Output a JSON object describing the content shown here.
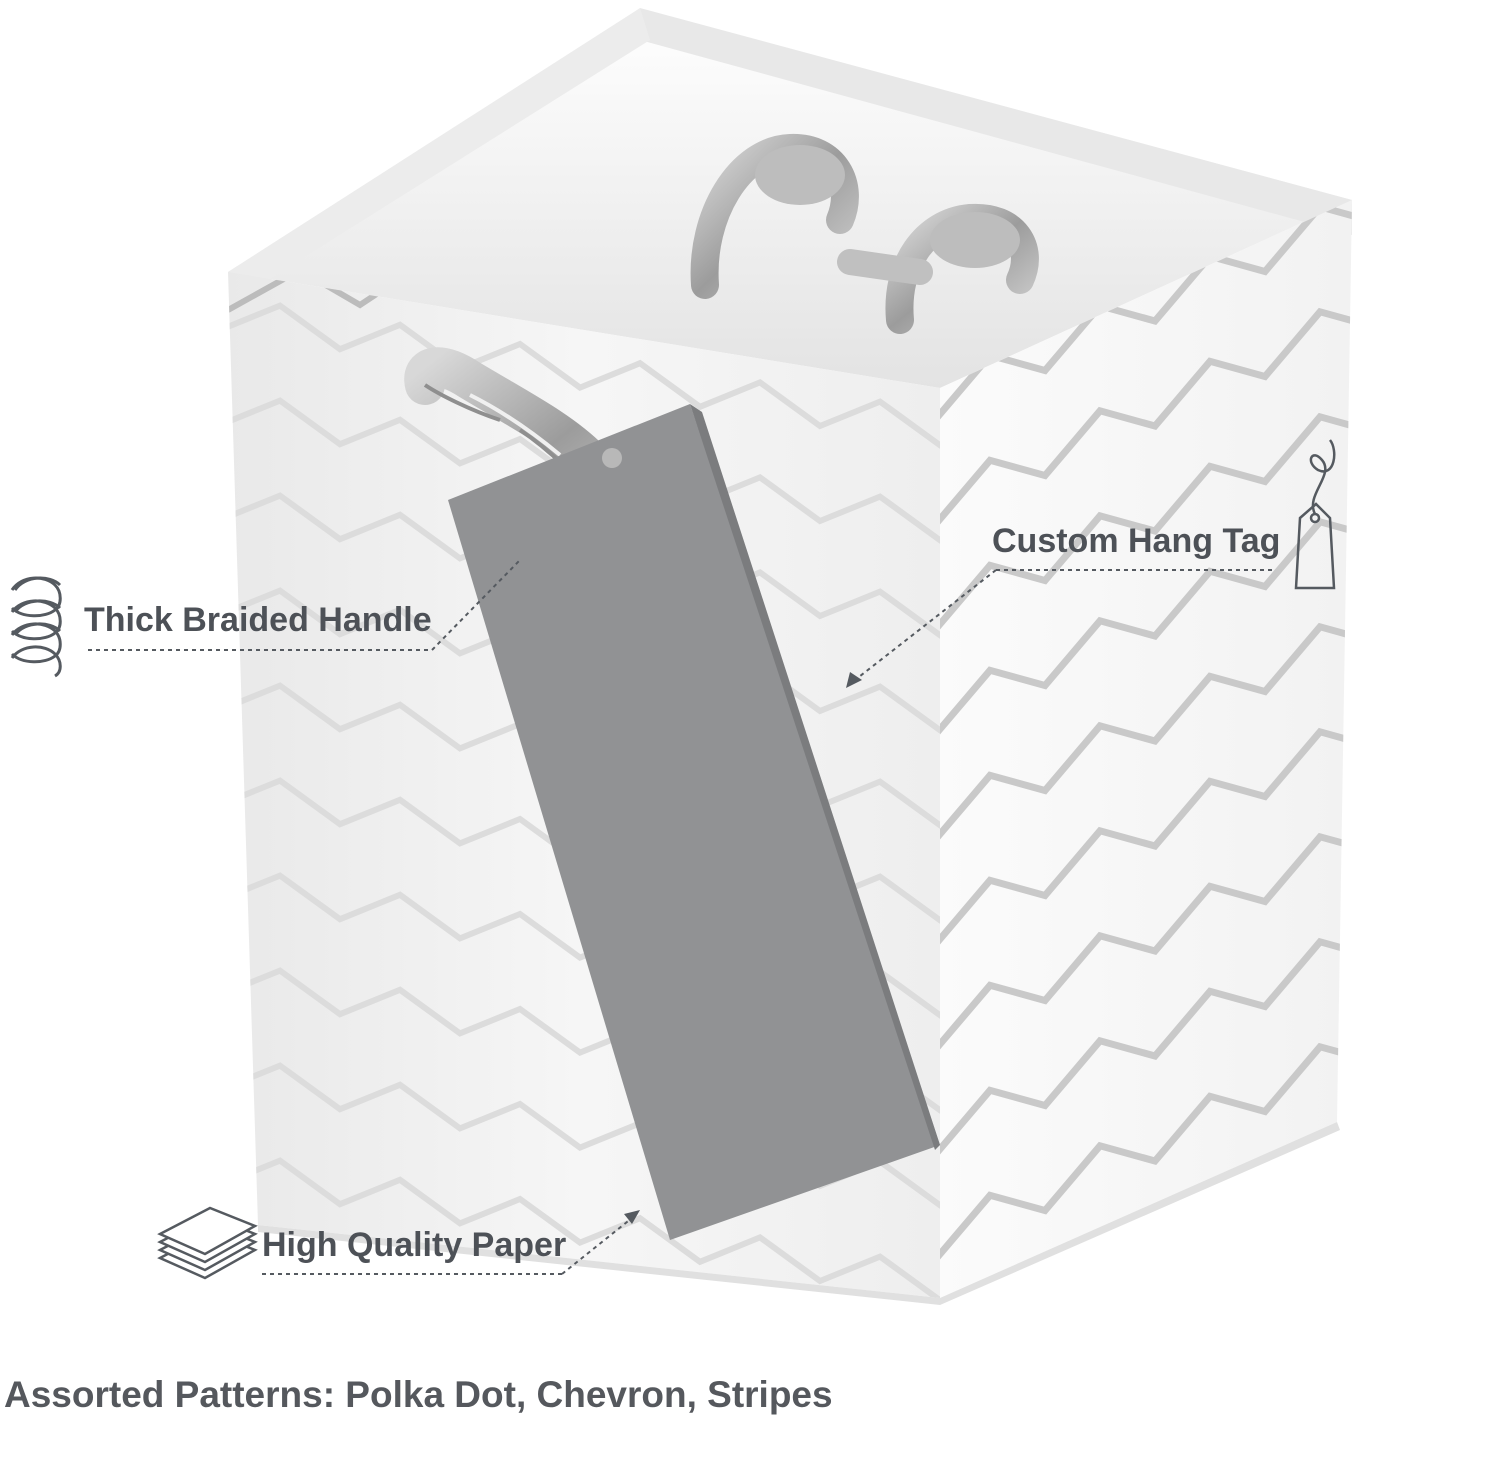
{
  "callouts": {
    "handle": {
      "text": "Thick Braided Handle",
      "icon": "braid-icon"
    },
    "tag": {
      "text": "Custom Hang Tag",
      "icon": "hang-tag-icon"
    },
    "paper": {
      "text": "High Quality Paper",
      "icon": "paper-stack-icon"
    }
  },
  "footer": {
    "caption": "Assorted Patterns: Polka Dot, Chevron, Stripes"
  },
  "colors": {
    "bag_white": "#f4f4f4",
    "chevron_silver": "#c9c9c9",
    "tag_gray": "#8f9092",
    "text_gray": "#4d5157"
  }
}
